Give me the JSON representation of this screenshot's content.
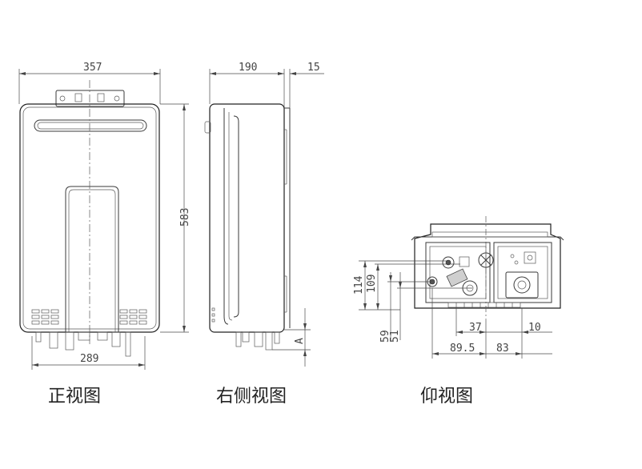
{
  "front_view": {
    "title": "正视图",
    "dim_width_total": "357",
    "dim_height_total": "583",
    "dim_width_bottom": "289"
  },
  "side_view": {
    "title": "右侧视图",
    "dim_depth": "190",
    "dim_offset": "15",
    "dim_a": "A"
  },
  "bottom_view": {
    "title": "仰视图",
    "dim_114": "114",
    "dim_109": "109",
    "dim_59": "59",
    "dim_51": "51",
    "dim_37": "37",
    "dim_10": "10",
    "dim_89_5": "89.5",
    "dim_83": "83"
  }
}
